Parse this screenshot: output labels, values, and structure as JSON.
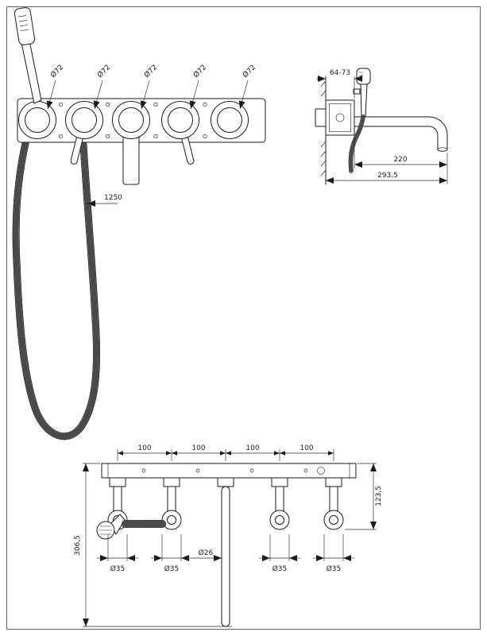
{
  "front_view": {
    "knob_labels": [
      "Ø72",
      "Ø72",
      "Ø72",
      "Ø72",
      "Ø72"
    ],
    "hose_length": "1250"
  },
  "side_view": {
    "depth_range": "64-73",
    "spout_reach": "220",
    "total_reach": "293,5"
  },
  "plan_view": {
    "spacings": [
      "100",
      "100",
      "100",
      "100"
    ],
    "mount_depth": "123,5",
    "total_depth": "306,5",
    "base_diameters": [
      "Ø35",
      "Ø35",
      "Ø35",
      "Ø35"
    ],
    "spout_diameter": "Ø26"
  }
}
